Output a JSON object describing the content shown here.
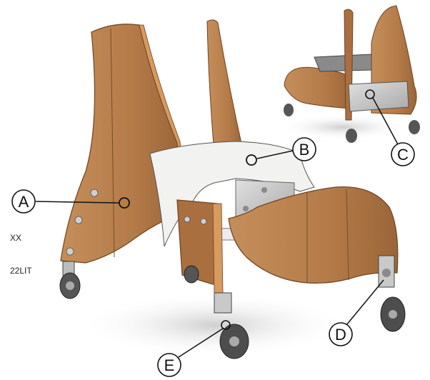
{
  "colors": {
    "wood": "#b98452",
    "wood_dark": "#8f5b32",
    "wood_edge": "#d79a5f",
    "seat": "#f2f2f0",
    "metal": "#c9c9c9",
    "shadow": "#d9d9d9",
    "line": "#111111"
  },
  "callouts": [
    {
      "id": "A",
      "label": "A"
    },
    {
      "id": "B",
      "label": "B"
    },
    {
      "id": "C",
      "label": "C"
    },
    {
      "id": "D",
      "label": "D"
    },
    {
      "id": "E",
      "label": "E"
    }
  ],
  "side_notes": [
    "XX",
    "22LIT"
  ]
}
